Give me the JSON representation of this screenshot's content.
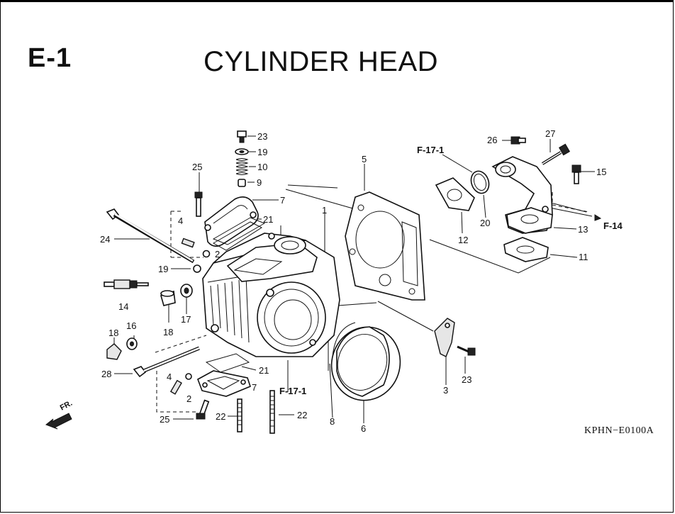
{
  "header": {
    "section_code": "E-1",
    "title": "CYLINDER HEAD"
  },
  "footer": {
    "drawing_code": "KPHN−E0100A"
  },
  "direction_marker": {
    "label": "FR.",
    "icon": "arrow-down-left-icon"
  },
  "callouts": [
    {
      "id": "c23a",
      "text": "23"
    },
    {
      "id": "c19a",
      "text": "19"
    },
    {
      "id": "c10",
      "text": "10"
    },
    {
      "id": "c9",
      "text": "9"
    },
    {
      "id": "c7a",
      "text": "7"
    },
    {
      "id": "c25a",
      "text": "25"
    },
    {
      "id": "c21a",
      "text": "21"
    },
    {
      "id": "c4a",
      "text": "4"
    },
    {
      "id": "c2a",
      "text": "2"
    },
    {
      "id": "c24",
      "text": "24"
    },
    {
      "id": "c19b",
      "text": "19"
    },
    {
      "id": "c14",
      "text": "14"
    },
    {
      "id": "c17",
      "text": "17"
    },
    {
      "id": "c18a",
      "text": "18"
    },
    {
      "id": "c18b",
      "text": "18"
    },
    {
      "id": "c16",
      "text": "16"
    },
    {
      "id": "c28",
      "text": "28"
    },
    {
      "id": "c1",
      "text": "1"
    },
    {
      "id": "c5",
      "text": "5"
    },
    {
      "id": "c21b",
      "text": "21"
    },
    {
      "id": "c7b",
      "text": "7"
    },
    {
      "id": "c4b",
      "text": "4"
    },
    {
      "id": "c2b",
      "text": "2"
    },
    {
      "id": "c25b",
      "text": "25"
    },
    {
      "id": "c22a",
      "text": "22"
    },
    {
      "id": "c22b",
      "text": "22"
    },
    {
      "id": "c8",
      "text": "8"
    },
    {
      "id": "c6",
      "text": "6"
    },
    {
      "id": "c3",
      "text": "3"
    },
    {
      "id": "c23b",
      "text": "23"
    },
    {
      "id": "c26",
      "text": "26"
    },
    {
      "id": "c27",
      "text": "27"
    },
    {
      "id": "c15",
      "text": "15"
    },
    {
      "id": "c12",
      "text": "12"
    },
    {
      "id": "c20",
      "text": "20"
    },
    {
      "id": "c13",
      "text": "13"
    },
    {
      "id": "c11",
      "text": "11"
    }
  ],
  "cross_references": [
    {
      "id": "r1",
      "text": "F-17-1"
    },
    {
      "id": "r2",
      "text": "F-17-1"
    },
    {
      "id": "r3",
      "text": "F-14"
    }
  ]
}
